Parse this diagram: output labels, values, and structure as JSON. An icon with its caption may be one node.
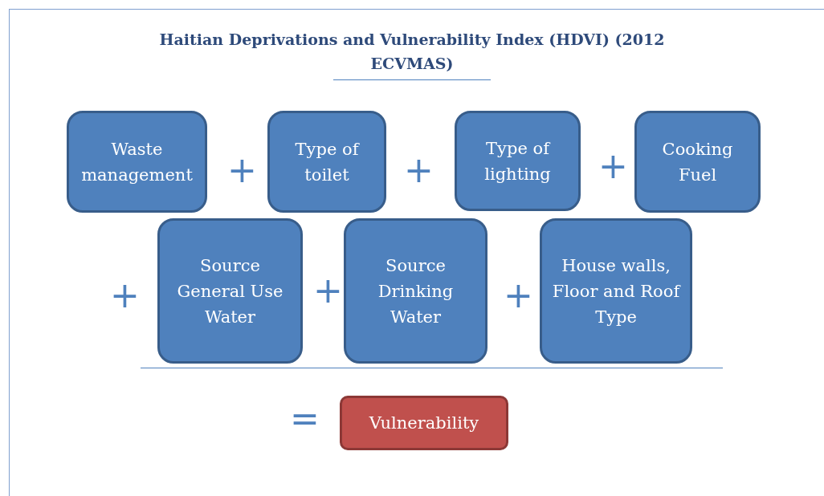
{
  "diagram": {
    "title": "Haitian Deprivations and Vulnerability Index (HDVI) (2012 ECVMAS)",
    "nodes": [
      {
        "text": [
          "Waste management"
        ]
      },
      {
        "text": [
          "Type of toilet"
        ]
      },
      {
        "text": [
          "Type of lighting"
        ]
      },
      {
        "text": [
          "Cooking Fuel"
        ]
      },
      {
        "text": [
          "Source General Use Water"
        ]
      },
      {
        "text": [
          "Source Drinking Water"
        ]
      },
      {
        "text": [
          "House walls, Floor and Roof Type"
        ]
      },
      {
        "text": [
          "Vulnerability"
        ]
      }
    ],
    "labels": [
      "+",
      "+",
      "+",
      "+",
      "+",
      "+",
      "="
    ]
  }
}
